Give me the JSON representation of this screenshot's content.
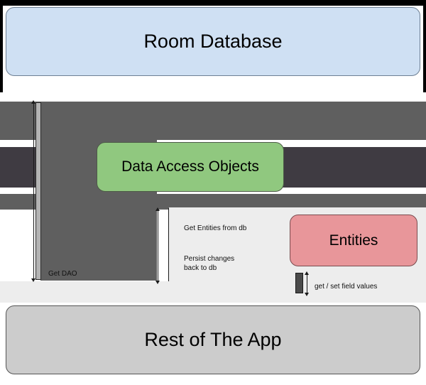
{
  "diagram": {
    "type": "sequence-style-layer-diagram",
    "title_text_visible": false,
    "nodes": [
      {
        "id": "room-database",
        "label": "Room Database",
        "color": "#cfe0f3"
      },
      {
        "id": "data-access-objects",
        "label": "Data Access Objects",
        "color": "#90c87f"
      },
      {
        "id": "entities",
        "label": "Entities",
        "color": "#e8969a"
      },
      {
        "id": "rest-of-the-app",
        "label": "Rest of The App",
        "color": "#cccccc"
      }
    ],
    "edge_labels": [
      {
        "id": "get-dao",
        "label": "Get DAO"
      },
      {
        "id": "get-entities-from-db",
        "label": "Get Entities from db"
      },
      {
        "id": "persist-changes-line1",
        "label": "Persist changes"
      },
      {
        "id": "persist-changes-line2",
        "label": "back to db"
      },
      {
        "id": "get-set-field-values",
        "label": "get / set field values"
      }
    ],
    "colors": {
      "accent_blue": "#cfe0f3",
      "accent_green": "#90c87f",
      "accent_red": "#e8969a",
      "accent_gray": "#cccccc",
      "band_medium": "#5f5f5f",
      "band_dark": "#3f3b42",
      "panel_light": "#ededed",
      "stroke": "#1a1a1a"
    }
  }
}
